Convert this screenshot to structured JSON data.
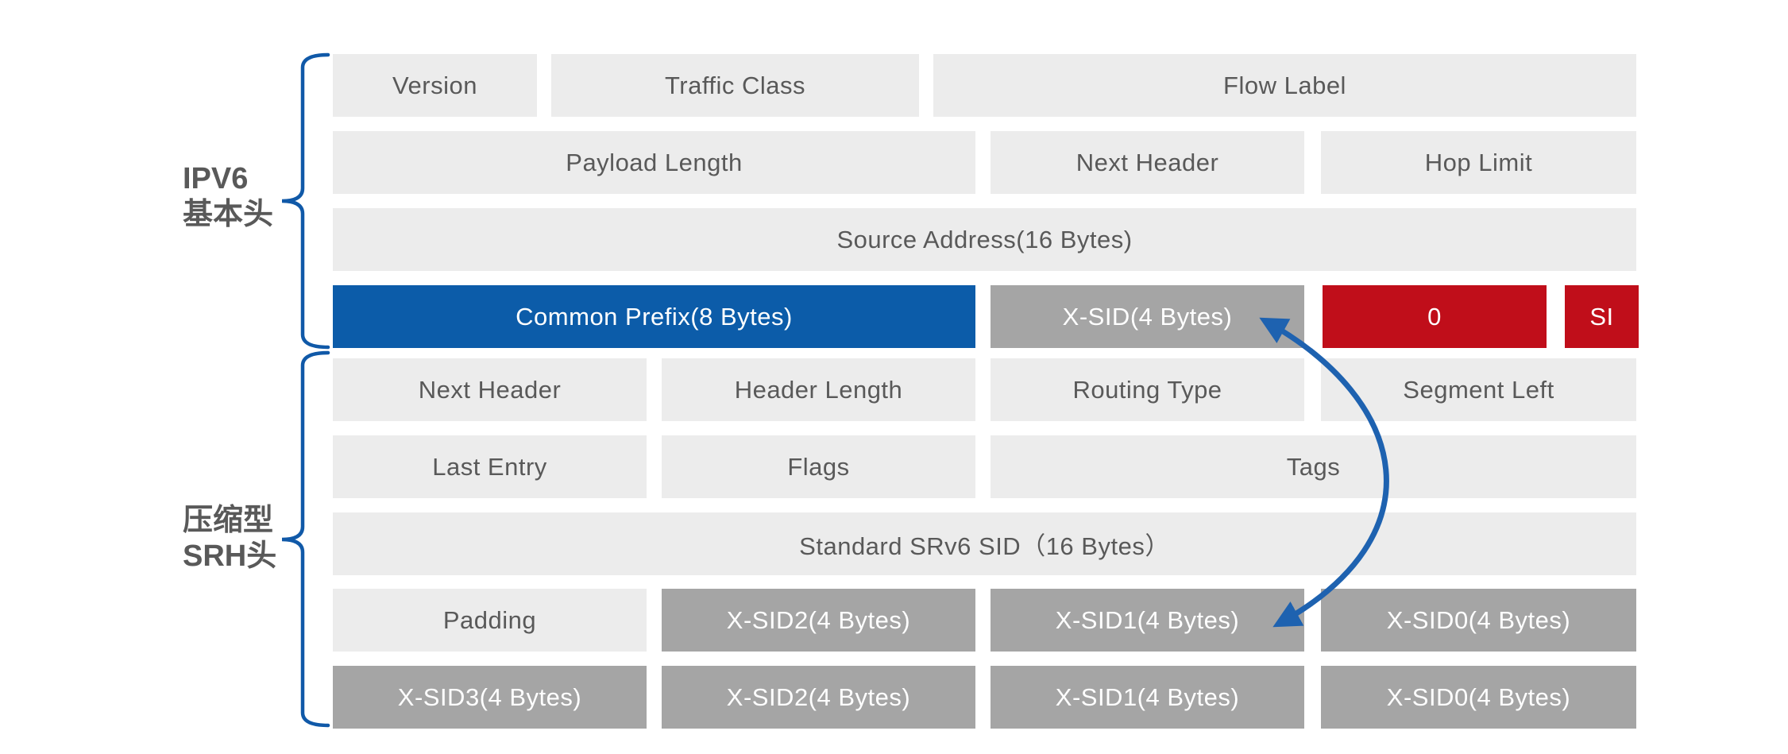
{
  "colors": {
    "block_light": "#ececec",
    "block_gray": "#a5a5a5",
    "block_blue": "#0c5ca9",
    "block_red": "#c00e1a",
    "text_dark": "#595959",
    "text_light": "#ffffff",
    "line_blue": "#1059a8",
    "arrow_blue": "#1e62b0"
  },
  "sections": {
    "ipv6": {
      "label_line1": "IPV6",
      "label_line2": "基本头"
    },
    "srh": {
      "label_line1": "压缩型",
      "label_line2": "SRH头"
    }
  },
  "ipv6_header": {
    "version": "Version",
    "traffic_class": "Traffic Class",
    "flow_label": "Flow Label",
    "payload_length": "Payload Length",
    "next_header": "Next Header",
    "hop_limit": "Hop Limit",
    "source_address": "Source Address(16 Bytes)",
    "common_prefix": "Common Prefix(8 Bytes)",
    "x_sid": "X-SID(4 Bytes)",
    "func_zero": "0",
    "si": "SI"
  },
  "srh_header": {
    "next_header": "Next Header",
    "header_length": "Header Length",
    "routing_type": "Routing Type",
    "segment_left": "Segment Left",
    "last_entry": "Last Entry",
    "flags": "Flags",
    "tags": "Tags",
    "standard_sid": "Standard SRv6 SID（16 Bytes）",
    "padding": "Padding",
    "xsid_row_upper": [
      "X-SID2(4 Bytes)",
      "X-SID1(4 Bytes)",
      "X-SID0(4 Bytes)"
    ],
    "xsid_row_lower": [
      "X-SID3(4 Bytes)",
      "X-SID2(4 Bytes)",
      "X-SID1(4 Bytes)",
      "X-SID0(4 Bytes)"
    ]
  }
}
